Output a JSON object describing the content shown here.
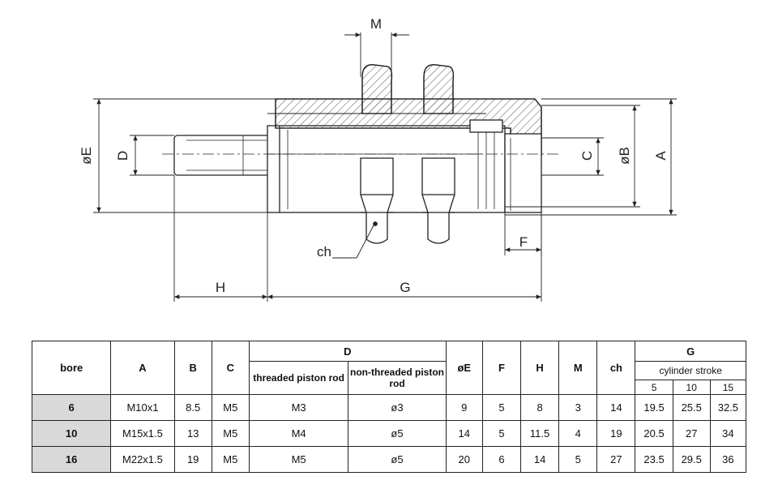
{
  "drawing": {
    "dimension_labels": {
      "M": "M",
      "D": "D",
      "E": "øE",
      "C": "C",
      "B": "øB",
      "A": "A",
      "F": "F",
      "ch": "ch",
      "H": "H",
      "G": "G"
    }
  },
  "table": {
    "headers": {
      "bore": "bore",
      "A": "A",
      "B": "B",
      "C": "C",
      "D": "D",
      "D_threaded": "threaded piston rod",
      "D_nonthreaded": "non-threaded piston rod",
      "E": "øE",
      "F": "F",
      "H": "H",
      "M": "M",
      "ch": "ch",
      "G": "G",
      "G_sub": "cylinder stroke",
      "strokes": [
        "5",
        "10",
        "15"
      ]
    },
    "rows": [
      {
        "bore": "6",
        "A": "M10x1",
        "B": "8.5",
        "C": "M5",
        "D_threaded": "M3",
        "D_nonthreaded": "ø3",
        "E": "9",
        "F": "5",
        "H": "8",
        "M": "3",
        "ch": "14",
        "G": [
          "19.5",
          "25.5",
          "32.5"
        ]
      },
      {
        "bore": "10",
        "A": "M15x1.5",
        "B": "13",
        "C": "M5",
        "D_threaded": "M4",
        "D_nonthreaded": "ø5",
        "E": "14",
        "F": "5",
        "H": "11.5",
        "M": "4",
        "ch": "19",
        "G": [
          "20.5",
          "27",
          "34"
        ]
      },
      {
        "bore": "16",
        "A": "M22x1.5",
        "B": "19",
        "C": "M5",
        "D_threaded": "M5",
        "D_nonthreaded": "ø5",
        "E": "20",
        "F": "6",
        "H": "14",
        "M": "5",
        "ch": "27",
        "G": [
          "23.5",
          "29.5",
          "36"
        ]
      }
    ]
  }
}
